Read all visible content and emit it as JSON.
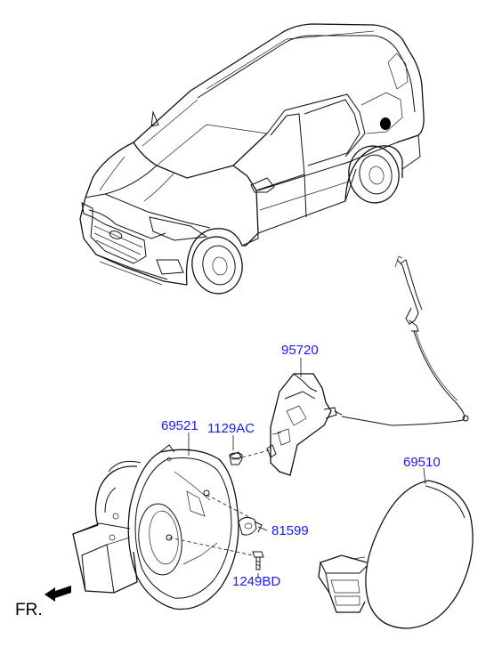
{
  "diagram": {
    "labels": {
      "p95720": "95720",
      "p69521": "69521",
      "p1129AC": "1129AC",
      "p81599": "81599",
      "p69510": "69510",
      "p1249BD": "1249BD",
      "front_indicator": "FR."
    },
    "colors": {
      "part_number": "#1a1aff",
      "line_art": "#111111",
      "fuel_door_dot": "#000000"
    },
    "icons": {
      "front_direction": "arrow-left-icon"
    }
  }
}
